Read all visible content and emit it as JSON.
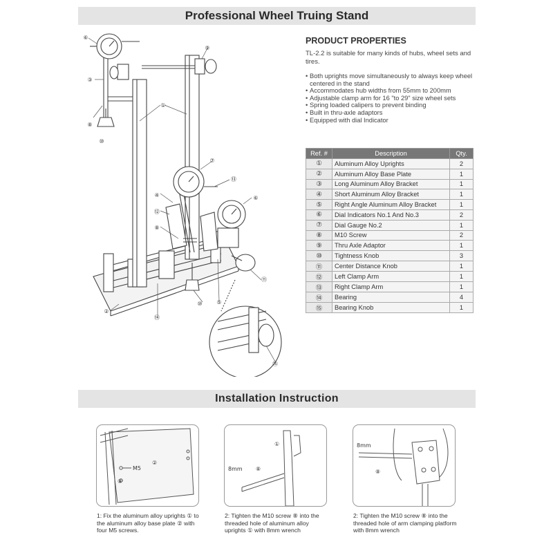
{
  "header": {
    "title": "Professional Wheel Truing Stand"
  },
  "properties": {
    "title": "PRODUCT PROPERTIES",
    "intro": "TL-2.2 is suitable for many kinds of hubs, wheel sets and tires.",
    "bullets": [
      "Both uprights move simultaneously to always keep wheel centered in the stand",
      "Accommodates hub widths from 55mm to  200mm",
      "Adjustable clamp arm for 16 \"to 29\" size wheel sets",
      "Spring loaded calipers  to prevent binding",
      "Built in thru-axle adaptors",
      "Equipped with dial Indicator"
    ]
  },
  "parts_table": {
    "headers": [
      "Ref. #",
      "Description",
      "Qty."
    ],
    "rows": [
      [
        "①",
        "Aluminum Alloy Uprights",
        "2"
      ],
      [
        "②",
        "Aluminum Alloy Base Plate",
        "1"
      ],
      [
        "③",
        "Long Aluminum Alloy Bracket",
        "1"
      ],
      [
        "④",
        "Short Aluminum Alloy Bracket",
        "1"
      ],
      [
        "⑤",
        "Right Angle Aluminum Alloy Bracket",
        "1"
      ],
      [
        "⑥",
        "Dial Indicators No.1 And No.3",
        "2"
      ],
      [
        "⑦",
        "Dial Gauge No.2",
        "1"
      ],
      [
        "⑧",
        "M10 Screw",
        "2"
      ],
      [
        "⑨",
        "Thru Axle Adaptor",
        "1"
      ],
      [
        "⑩",
        "Tightness Knob",
        "3"
      ],
      [
        "⑪",
        "Center Distance Knob",
        "1"
      ],
      [
        "⑫",
        "Left Clamp Arm",
        "1"
      ],
      [
        "⑬",
        "Right Clamp Arm",
        "1"
      ],
      [
        "⑭",
        "Bearing",
        "4"
      ],
      [
        "⑮",
        "Bearing Knob",
        "1"
      ]
    ]
  },
  "diagram": {
    "callouts": [
      "⑥",
      "③",
      "⑧",
      "⑩",
      "①",
      "⑨",
      "⑦",
      "⑬",
      "④",
      "⑥",
      "⑫",
      "⑧",
      "⑪",
      "②",
      "⑭",
      "⑩",
      "⑤",
      "⑮"
    ]
  },
  "installation": {
    "title": "Installation Instruction",
    "steps": [
      {
        "labels": [
          "②",
          "M5",
          "⑧"
        ],
        "caption": "1: Fix the aluminum alloy uprights ① to the aluminum alloy base plate ② with four M5 screws."
      },
      {
        "labels": [
          "①",
          "8mm",
          "⑧"
        ],
        "caption": "2: Tighten the M10 screw ⑧ into the threaded hole of aluminum alloy uprights ① with 8mm wrench"
      },
      {
        "labels": [
          "8mm",
          "⑧"
        ],
        "caption": "2: Tighten the M10 screw ⑧ into the threaded hole of arm clamping platform with 8mm wrench"
      }
    ]
  }
}
